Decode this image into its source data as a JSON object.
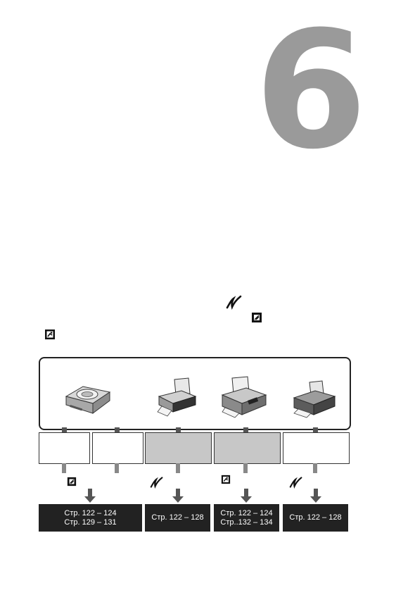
{
  "chapter": {
    "number": "6"
  },
  "print_methods": [
    {
      "id": "cp-printer",
      "icon": "print-share-icon",
      "refs": [
        "Стр. 122 – 124",
        "Стр. 129 – 131"
      ]
    },
    {
      "id": "bubble-jet",
      "icon": "pictbridge-icon",
      "refs": [
        "Стр. 122 – 128"
      ]
    },
    {
      "id": "bubble-jet-direct",
      "icon": "bubble-jet-direct-icon",
      "refs": [
        "Стр. 122 – 124",
        "Стр..132 – 134"
      ]
    },
    {
      "id": "pictbridge-printer",
      "icon": "pictbridge-icon",
      "refs": [
        "Стр. 122 – 128"
      ]
    }
  ]
}
